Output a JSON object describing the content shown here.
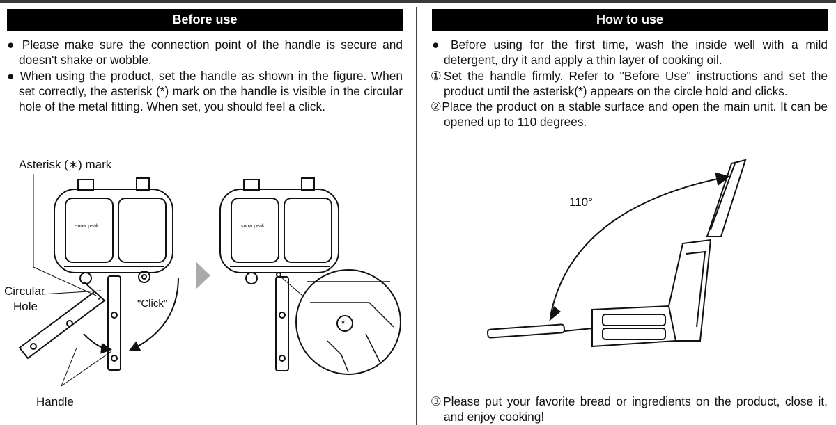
{
  "left": {
    "title": "Before use",
    "bullets": [
      "● Please make sure the connection point of the handle is secure and doesn't shake or wobble.",
      "● When using the product, set the handle as shown in the figure. When set correctly, the asterisk (*) mark on the handle is visible in the circular hole of the metal fitting. When set, you should feel a click."
    ],
    "figure": {
      "asterisk_label": "Asterisk (∗) mark",
      "circular_hole_label_1": "Circular",
      "circular_hole_label_2": "Hole",
      "click_label": "\"Click\"",
      "handle_label": "Handle",
      "logo_text": "snow peak"
    }
  },
  "right": {
    "title": "How to use",
    "steps": [
      "● Before using for the first time, wash the inside well with a mild detergent, dry it and apply a thin layer of cooking oil.",
      "①Set the handle firmly. Refer to \"Before Use\" instructions and set the product until the asterisk(*) appears on the circle hold and clicks.",
      "②Place the product on a stable surface and open the main unit. It can be opened up to 110 degrees."
    ],
    "angle_label": "110°",
    "final_step": "③Please put your favorite bread or ingredients on the product, close it, and enjoy cooking!"
  }
}
